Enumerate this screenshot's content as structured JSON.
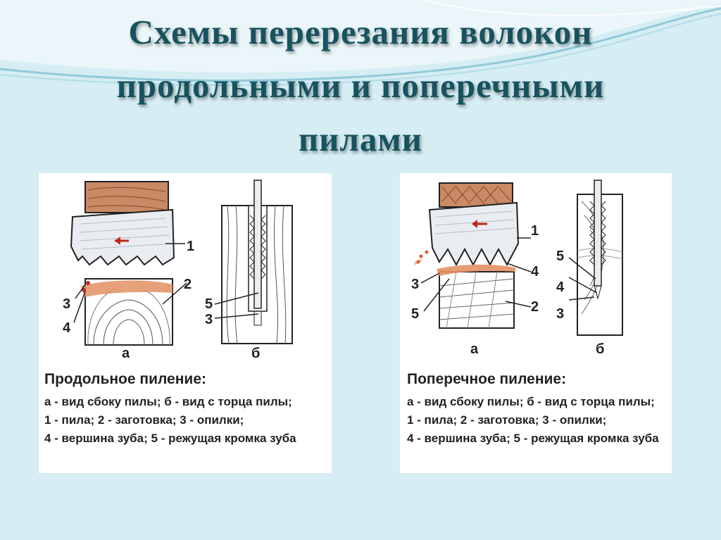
{
  "slide": {
    "title_lines": [
      "Схемы перерезания волокон",
      "продольными и поперечными",
      "пилами"
    ]
  },
  "left_panel": {
    "heading": "Продольное пиление:",
    "lines": [
      "а - вид сбоку пилы; б - вид с торца пилы;",
      "1 - пила; 2 - заготовка; 3 - опилки;",
      "4 - вершина зуба; 5 - режущая кромка зуба"
    ],
    "view_a": "а",
    "view_b": "б",
    "labels_a": [
      "1",
      "2",
      "3",
      "4"
    ],
    "labels_b": [
      "5",
      "3"
    ]
  },
  "right_panel": {
    "heading": "Поперечное пиление:",
    "lines": [
      "а - вид сбоку пилы; б - вид с торца пилы;",
      "1 - пила; 2 - заготовка; 3 - опилки;",
      "4 - вершина зуба; 5 - режущая кромка зуба"
    ],
    "view_a": "а",
    "view_b": "б",
    "labels_a": [
      "1",
      "4",
      "3",
      "2",
      "5"
    ],
    "labels_b": [
      "5",
      "4",
      "3"
    ]
  },
  "colors": {
    "background": "#d5edf3",
    "title": "#17535f",
    "wood": "#c07a58",
    "sawdust": "#d2622f"
  }
}
